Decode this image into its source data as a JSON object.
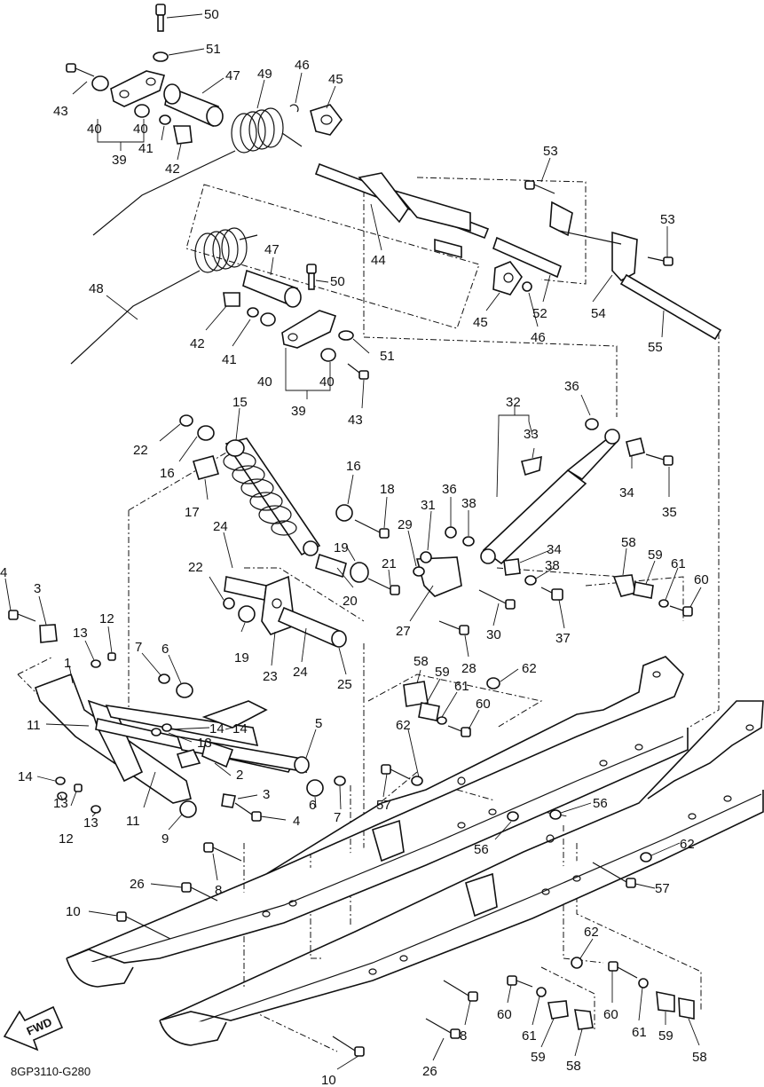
{
  "drawing_code": "8GP3110-G280",
  "fwd_label": "FWD",
  "callouts": [
    {
      "id": "c50a",
      "label": "50"
    },
    {
      "id": "c51a",
      "label": "51"
    },
    {
      "id": "c47a",
      "label": "47"
    },
    {
      "id": "c49",
      "label": "49"
    },
    {
      "id": "c46a",
      "label": "46"
    },
    {
      "id": "c45a",
      "label": "45"
    },
    {
      "id": "c43a",
      "label": "43"
    },
    {
      "id": "c40a",
      "label": "40"
    },
    {
      "id": "c40b",
      "label": "40"
    },
    {
      "id": "c39a",
      "label": "39"
    },
    {
      "id": "c41a",
      "label": "41"
    },
    {
      "id": "c42a",
      "label": "42"
    },
    {
      "id": "c53a",
      "label": "53"
    },
    {
      "id": "c53b",
      "label": "53"
    },
    {
      "id": "c44",
      "label": "44"
    },
    {
      "id": "c48",
      "label": "48"
    },
    {
      "id": "c47b",
      "label": "47"
    },
    {
      "id": "c50b",
      "label": "50"
    },
    {
      "id": "c45b",
      "label": "45"
    },
    {
      "id": "c52",
      "label": "52"
    },
    {
      "id": "c54",
      "label": "54"
    },
    {
      "id": "c46b",
      "label": "46"
    },
    {
      "id": "c55",
      "label": "55"
    },
    {
      "id": "c42b",
      "label": "42"
    },
    {
      "id": "c41b",
      "label": "41"
    },
    {
      "id": "c51b",
      "label": "51"
    },
    {
      "id": "c40c",
      "label": "40"
    },
    {
      "id": "c40d",
      "label": "40"
    },
    {
      "id": "c39b",
      "label": "39"
    },
    {
      "id": "c43b",
      "label": "43"
    },
    {
      "id": "c32",
      "label": "32"
    },
    {
      "id": "c33",
      "label": "33"
    },
    {
      "id": "c36a",
      "label": "36"
    },
    {
      "id": "c15",
      "label": "15"
    },
    {
      "id": "c22a",
      "label": "22"
    },
    {
      "id": "c16a",
      "label": "16"
    },
    {
      "id": "c17",
      "label": "17"
    },
    {
      "id": "c16b",
      "label": "16"
    },
    {
      "id": "c18",
      "label": "18"
    },
    {
      "id": "c36b",
      "label": "36"
    },
    {
      "id": "c31",
      "label": "31"
    },
    {
      "id": "c38a",
      "label": "38"
    },
    {
      "id": "c29",
      "label": "29"
    },
    {
      "id": "c34a",
      "label": "34"
    },
    {
      "id": "c35",
      "label": "35"
    },
    {
      "id": "c24a",
      "label": "24"
    },
    {
      "id": "c19a",
      "label": "19"
    },
    {
      "id": "c21",
      "label": "21"
    },
    {
      "id": "c34b",
      "label": "34"
    },
    {
      "id": "c38b",
      "label": "38"
    },
    {
      "id": "c58a",
      "label": "58"
    },
    {
      "id": "c59a",
      "label": "59"
    },
    {
      "id": "c61a",
      "label": "61"
    },
    {
      "id": "c60a",
      "label": "60"
    },
    {
      "id": "c22b",
      "label": "22"
    },
    {
      "id": "c20",
      "label": "20"
    },
    {
      "id": "c27",
      "label": "27"
    },
    {
      "id": "c30",
      "label": "30"
    },
    {
      "id": "c37",
      "label": "37"
    },
    {
      "id": "c4a",
      "label": "4"
    },
    {
      "id": "c3a",
      "label": "3"
    },
    {
      "id": "c12a",
      "label": "12"
    },
    {
      "id": "c13a",
      "label": "13"
    },
    {
      "id": "c7a",
      "label": "7"
    },
    {
      "id": "c6a",
      "label": "6"
    },
    {
      "id": "c19b",
      "label": "19"
    },
    {
      "id": "c23",
      "label": "23"
    },
    {
      "id": "c24b",
      "label": "24"
    },
    {
      "id": "c25",
      "label": "25"
    },
    {
      "id": "c28",
      "label": "28"
    },
    {
      "id": "c58b",
      "label": "58"
    },
    {
      "id": "c59b",
      "label": "59"
    },
    {
      "id": "c61b",
      "label": "61"
    },
    {
      "id": "c62a",
      "label": "62"
    },
    {
      "id": "c60b",
      "label": "60"
    },
    {
      "id": "c1",
      "label": "1"
    },
    {
      "id": "c11a",
      "label": "11"
    },
    {
      "id": "c14a",
      "label": "14"
    },
    {
      "id": "c14b",
      "label": "14"
    },
    {
      "id": "c13b",
      "label": "13"
    },
    {
      "id": "c5",
      "label": "5"
    },
    {
      "id": "c62b",
      "label": "62"
    },
    {
      "id": "c14c",
      "label": "14"
    },
    {
      "id": "c13c",
      "label": "13"
    },
    {
      "id": "c2",
      "label": "2"
    },
    {
      "id": "c3b",
      "label": "3"
    },
    {
      "id": "c57a",
      "label": "57"
    },
    {
      "id": "c12b",
      "label": "12"
    },
    {
      "id": "c13d",
      "label": "13"
    },
    {
      "id": "c6b",
      "label": "6"
    },
    {
      "id": "c4b",
      "label": "4"
    },
    {
      "id": "c7b",
      "label": "7"
    },
    {
      "id": "c56a",
      "label": "56"
    },
    {
      "id": "c56b",
      "label": "56"
    },
    {
      "id": "c62c",
      "label": "62"
    },
    {
      "id": "c11b",
      "label": "11"
    },
    {
      "id": "c9",
      "label": "9"
    },
    {
      "id": "c57b",
      "label": "57"
    },
    {
      "id": "c26a",
      "label": "26"
    },
    {
      "id": "c8a",
      "label": "8"
    },
    {
      "id": "c10a",
      "label": "10"
    },
    {
      "id": "c62d",
      "label": "62"
    },
    {
      "id": "c60c",
      "label": "60"
    },
    {
      "id": "c60d",
      "label": "60"
    },
    {
      "id": "c8b",
      "label": "8"
    },
    {
      "id": "c61c",
      "label": "61"
    },
    {
      "id": "c61d",
      "label": "61"
    },
    {
      "id": "c59c",
      "label": "59"
    },
    {
      "id": "c58c",
      "label": "58"
    },
    {
      "id": "c59d",
      "label": "59"
    },
    {
      "id": "c58d",
      "label": "58"
    },
    {
      "id": "c26b",
      "label": "26"
    },
    {
      "id": "c10b",
      "label": "10"
    }
  ]
}
